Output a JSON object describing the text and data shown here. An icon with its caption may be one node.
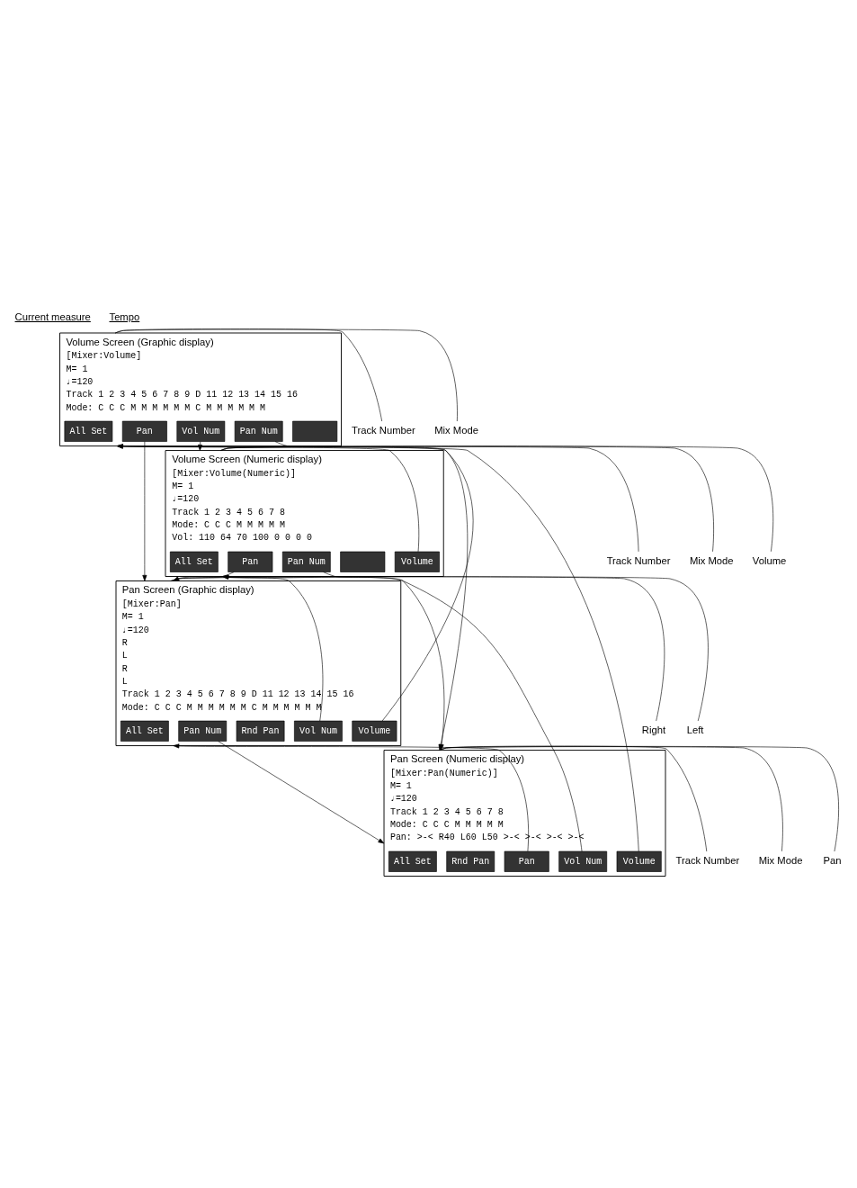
{
  "diagram": {
    "nodes": [
      {
        "text": [
          "Volume Screen (Graphic display)",
          "[Mixer:Volume]",
          "M= 1",
          "♩=120",
          "Track 1 2 3 4 5 6 7 8 9 D 11 12 13 14 15 16",
          "Mode: C C C M M M M M M C M M M M M M"
        ]
      },
      {
        "text": [],
        "shape": "box",
        "in": 0
      },
      {
        "text": [
          "Vol Num"
        ],
        "in": 0
      },
      {
        "text": [
          "Pan"
        ],
        "in": 0
      },
      {
        "text": [
          "Pan Num"
        ],
        "in": 0
      },
      {
        "text": [
          "All Set"
        ],
        "in": 0
      },
      {
        "text": [
          "Track Number"
        ]
      },
      {
        "text": [
          "Mix Mode"
        ]
      },
      {
        "text": [
          "Volume Screen (Numeric display)",
          "[Mixer:Volume(Numeric)]",
          "M= 1",
          "♩=120",
          "Track 1 2 3 4 5 6 7 8",
          "Mode: C C C M M M M M",
          "Vol: 110 64 70 100 0 0 0 0"
        ]
      },
      {
        "text": [
          "Volume"
        ],
        "in": 8
      },
      {
        "text": [],
        "shape": "box",
        "in": 8
      },
      {
        "text": [
          "Pan"
        ],
        "in": 8
      },
      {
        "text": [
          "Pan Num"
        ],
        "in": 8
      },
      {
        "text": [
          "All Set"
        ],
        "in": 8
      },
      {
        "text": [
          "Track Number"
        ]
      },
      {
        "text": [
          "Mix Mode"
        ]
      },
      {
        "text": [
          "Volume"
        ]
      },
      {
        "text": [
          "Pan Screen (Graphic display)",
          "[Mixer:Pan]",
          "M= 1",
          "♩=120",
          "R",
          "L",
          "R",
          "L",
          "Track 1 2 3 4 5 6 7 8 9 D 11 12 13 14 15 16",
          "Mode: C C C M M M M M M C M M M M M M"
        ]
      },
      {
        "text": [
          "Volume"
        ],
        "in": 17
      },
      {
        "text": [
          "Vol Num"
        ],
        "in": 17
      },
      {
        "text": [
          "Rnd Pan"
        ],
        "in": 17
      },
      {
        "text": [
          "Pan Num"
        ],
        "in": 17
      },
      {
        "text": [
          "All Set"
        ],
        "in": 17
      },
      {
        "text": [
          "Right"
        ]
      },
      {
        "text": [
          "Left"
        ]
      },
      {
        "text": [
          "Pan Screen (Numeric display)",
          "[Mixer:Pan(Numeric)]",
          "M= 1",
          "♩=120",
          "Track 1 2 3 4 5 6 7 8",
          "Mode: C C C M M M M M",
          "Pan: >-< R40 L60 L50 >-< >-< >-< >-<"
        ]
      },
      {
        "text": [
          "Volume"
        ],
        "in": 25
      },
      {
        "text": [
          "Vol Num"
        ],
        "in": 25
      },
      {
        "text": [
          "Pan"
        ],
        "in": 25
      },
      {
        "text": [
          "Rnd Pan"
        ],
        "in": 25
      },
      {
        "text": [
          "All Set"
        ],
        "in": 25
      },
      {
        "text": [
          "Track Number"
        ]
      },
      {
        "text": [
          "Mix Mode"
        ]
      },
      {
        "text": [
          "Pan"
        ]
      }
    ],
    "edges": [
      {
        "from": 2,
        "to": 8,
        "arrow": "to"
      },
      {
        "from": 3,
        "to": 17,
        "arrow": "to"
      },
      {
        "from": 4,
        "to": 25,
        "arrow": "to"
      },
      {
        "from": 9,
        "to": 0,
        "arrow": "to"
      },
      {
        "from": 11,
        "to": 17,
        "arrow": "to"
      },
      {
        "from": 12,
        "to": 25,
        "arrow": "to"
      },
      {
        "from": 18,
        "to": 0,
        "arrow": "to"
      },
      {
        "from": 19,
        "to": 8,
        "arrow": "to"
      },
      {
        "from": 21,
        "to": 25,
        "arrow": "to"
      },
      {
        "from": 26,
        "to": 0,
        "arrow": "to"
      },
      {
        "from": 27,
        "to": 8,
        "arrow": "to"
      },
      {
        "from": 28,
        "to": 17,
        "arrow": "to"
      },
      {
        "from": 6,
        "to": 0,
        "arrow": "none"
      },
      {
        "from": 7,
        "to": 0,
        "arrow": "none"
      },
      {
        "from": 14,
        "to": 8,
        "arrow": "none"
      },
      {
        "from": 15,
        "to": 8,
        "arrow": "none"
      },
      {
        "from": 16,
        "to": 8,
        "arrow": "none"
      },
      {
        "from": 23,
        "to": 17,
        "arrow": "none"
      },
      {
        "from": 24,
        "to": 17,
        "arrow": "none"
      },
      {
        "from": 31,
        "to": 25,
        "arrow": "none"
      },
      {
        "from": 32,
        "to": 25,
        "arrow": "none"
      },
      {
        "from": 33,
        "to": 25,
        "arrow": "none"
      }
    ],
    "labels": [
      "Current measure",
      "Tempo"
    ]
  }
}
